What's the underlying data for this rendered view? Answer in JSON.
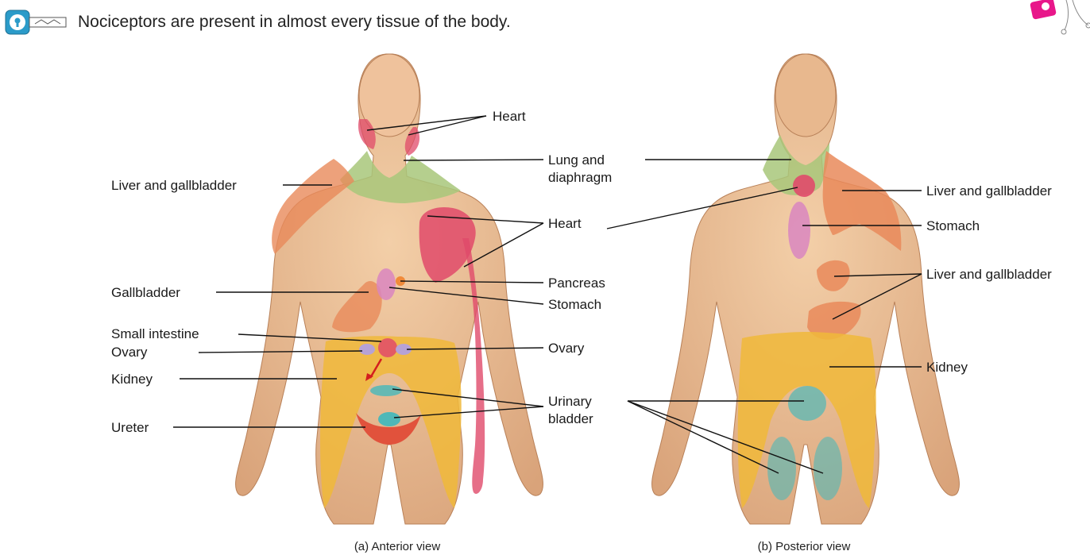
{
  "header": {
    "text": "Nociceptors are present in almost every tissue of the body."
  },
  "icons": {
    "key": "key-icon",
    "ornament": "corner-ornament-icon"
  },
  "anterior": {
    "caption": "(a) Anterior view",
    "labels": {
      "heart_face": "Heart",
      "lung_1": "Lung and",
      "lung_2": "diaphragm",
      "liver": "Liver and gallbladder",
      "heart_chest": "Heart",
      "gallbladder": "Gallbladder",
      "pancreas": "Pancreas",
      "stomach": "Stomach",
      "small_intestine": "Small intestine",
      "ovary_left": "Ovary",
      "ovary_right": "Ovary",
      "kidney": "Kidney",
      "urinary_1": "Urinary",
      "urinary_2": "bladder",
      "ureter": "Ureter"
    }
  },
  "posterior": {
    "caption": "(b) Posterior view",
    "labels": {
      "liver_top": "Liver and gallbladder",
      "stomach": "Stomach",
      "liver_mid": "Liver and gallbladder",
      "kidney": "Kidney"
    }
  },
  "colors": {
    "skin": "#e8b88e",
    "heart": "#e04a6a",
    "lung": "#a8c77a",
    "liver": "#e9895a",
    "kidney": "#f0b83a",
    "bladder": "#4fb8b8",
    "ovary": "#b6a2d6",
    "stomach": "#d986c0",
    "pancreas": "#f08a3a",
    "ureter": "#e0412e"
  }
}
